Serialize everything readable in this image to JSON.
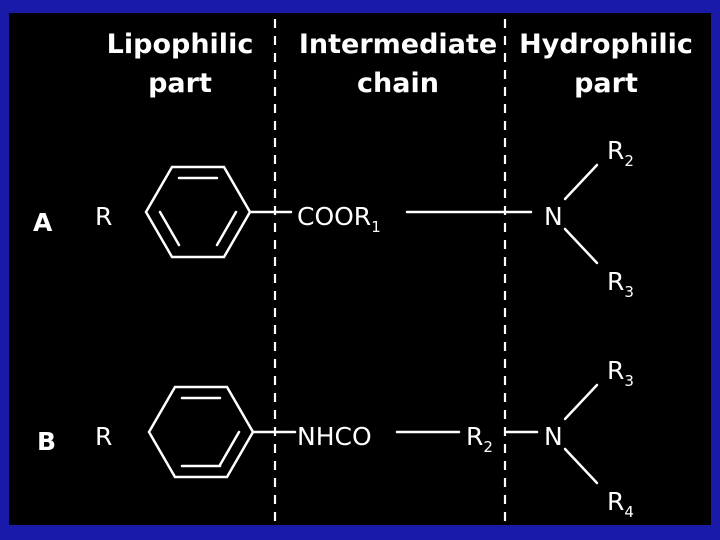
{
  "headers": {
    "lipophilic": [
      "Lipophilic",
      "part"
    ],
    "intermediate": [
      "Intermediate",
      "chain"
    ],
    "hydrophilic": [
      "Hydrophilic",
      "part"
    ]
  },
  "row_a": {
    "label": "A",
    "r": "R",
    "linker": {
      "text": "COOR",
      "sub": "1"
    },
    "n": "N",
    "upper": {
      "text": "R",
      "sub": "2"
    },
    "lower": {
      "text": "R",
      "sub": "3"
    }
  },
  "row_b": {
    "label": "B",
    "r": "R",
    "linker": {
      "text": "NHCO"
    },
    "chain": {
      "text": "R",
      "sub": "2"
    },
    "n": "N",
    "upper": {
      "text": "R",
      "sub": "3"
    },
    "lower": {
      "text": "R",
      "sub": "4"
    }
  },
  "colors": {
    "frame": "#1a1aa8",
    "background": "#000000",
    "ink": "#ffffff"
  }
}
